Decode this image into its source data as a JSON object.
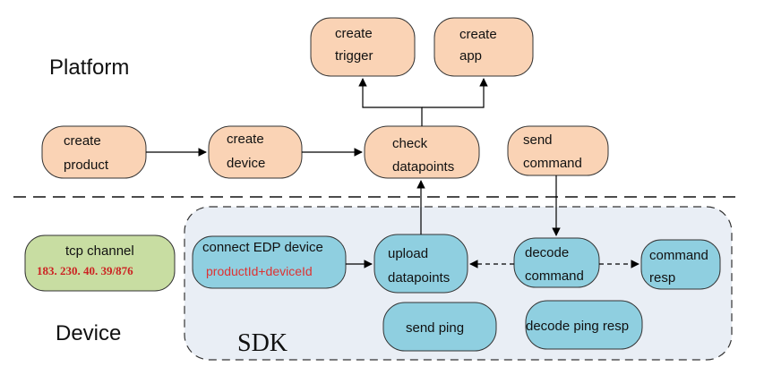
{
  "colors": {
    "platform_fill": "#FAD3B5",
    "device_fill": "#8FCFE0",
    "channel_fill": "#C8DDA2",
    "sdk_fill": "#E9EEF5",
    "red": "#DD3333"
  },
  "sections": {
    "platform": "Platform",
    "device": "Device",
    "sdk": "SDK"
  },
  "platform_nodes": {
    "create_trigger": [
      "create",
      "trigger"
    ],
    "create_app": [
      "create",
      "app"
    ],
    "create_product": [
      "create",
      "product"
    ],
    "create_device": [
      "create",
      "device"
    ],
    "check_datapoints": [
      "check",
      "datapoints"
    ],
    "send_command": [
      "send",
      "command"
    ]
  },
  "tcp_channel": {
    "label": "tcp channel",
    "address": "183. 230. 40. 39/876"
  },
  "sdk_nodes": {
    "connect_device": "connect EDP device",
    "connect_params": "productId+deviceId",
    "upload_datapoints": [
      "upload",
      "datapoints"
    ],
    "decode_command": [
      "decode",
      "command"
    ],
    "command_resp": [
      "command",
      "resp"
    ],
    "send_ping": "send ping",
    "decode_ping_resp": "decode ping resp"
  }
}
